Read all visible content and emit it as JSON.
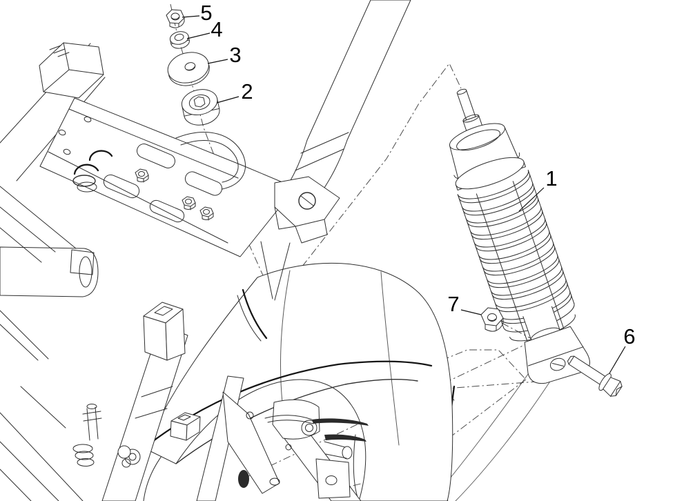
{
  "diagram": {
    "type": "exploded-parts-diagram",
    "subject": "rear shock absorber / suspension assembly",
    "background_color": "#ffffff",
    "line_color": "#2e2e2e",
    "callouts": [
      {
        "number": "1"
      },
      {
        "number": "2"
      },
      {
        "number": "3"
      },
      {
        "number": "4"
      },
      {
        "number": "5"
      },
      {
        "number": "6"
      },
      {
        "number": "7"
      }
    ]
  }
}
